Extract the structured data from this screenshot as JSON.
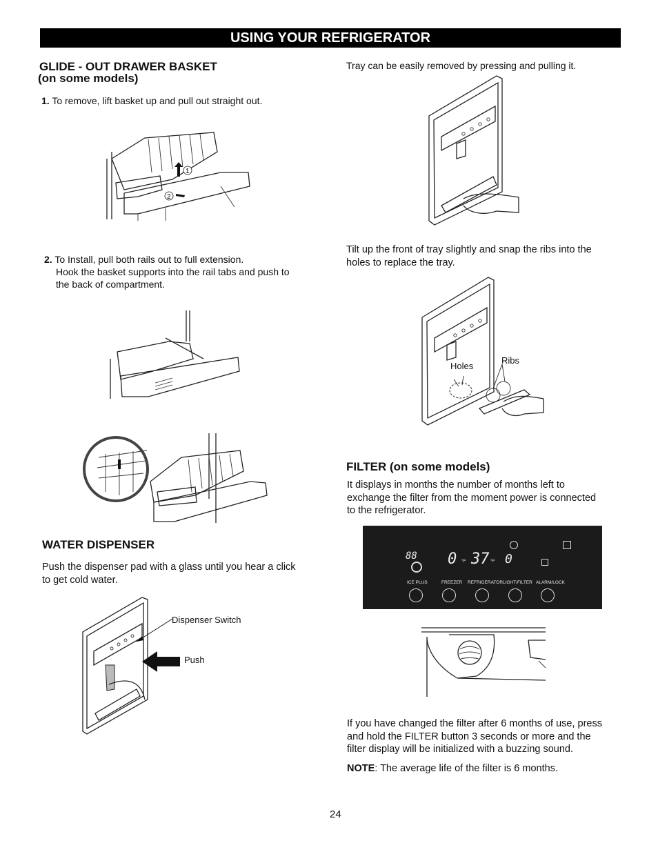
{
  "header": {
    "title": "USING YOUR REFRIGERATOR"
  },
  "glide": {
    "title": "GLIDE - OUT DRAWER BASKET",
    "subtitle": "(on some models)",
    "step1_num": "1.",
    "step1_text": "To remove, lift basket up and pull out straight out.",
    "step2_num": "2.",
    "step2_line1": "To Install, pull both rails out to full extension.",
    "step2_line2": "Hook the basket supports into the rail tabs and push to",
    "step2_line3": "the back of compartment.",
    "callout1": "1",
    "callout2": "2"
  },
  "water": {
    "title": "WATER DISPENSER",
    "text_line1": "Push the dispenser pad with a glass until you hear a click",
    "text_line2": "to get cold water.",
    "label_switch": "Dispenser Switch",
    "label_push": "Push"
  },
  "tray": {
    "remove_text": "Tray can be easily removed by pressing and pulling it.",
    "replace_line1": "Tilt up the front of tray slightly and snap the ribs into the",
    "replace_line2": "holes to replace the tray.",
    "label_holes": "Holes",
    "label_ribs": "Ribs"
  },
  "filter": {
    "title": "FILTER (on some models)",
    "text_line1": "It displays in months the number of months left to",
    "text_line2": "exchange the filter from the moment power is connected",
    "text_line3": "to the refrigerator.",
    "change_line1": "If you have changed the filter after 6 months of use, press",
    "change_line2": "and hold the FILTER button 3 seconds or more and the",
    "change_line3": "filter display will be initialized with a buzzing sound.",
    "note_label": "NOTE",
    "note_text": ": The average life of the filter is 6 months."
  },
  "panel": {
    "digits_room": "88",
    "digits_freezer": "0",
    "digits_fridge": "37",
    "digits_filter": "0",
    "unit": "°F",
    "buttons": [
      "ICE PLUS",
      "FREEZER",
      "REFRIGERATOR",
      "LIGHT/FILTER",
      "ALARM/LOCK"
    ]
  },
  "footer": {
    "page_number": "24"
  }
}
